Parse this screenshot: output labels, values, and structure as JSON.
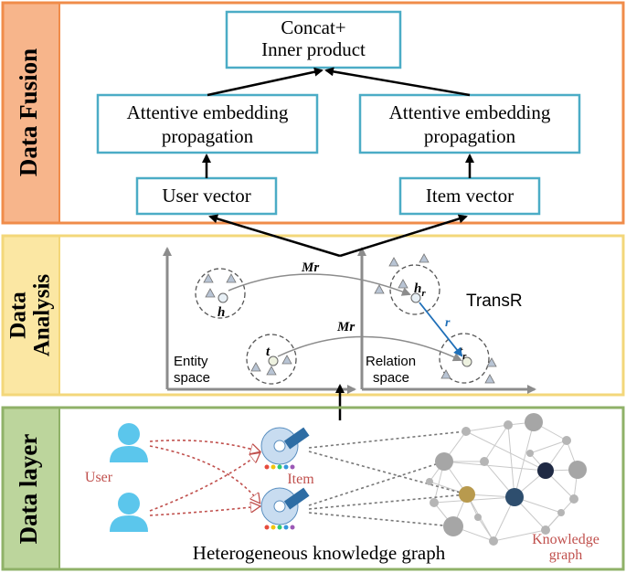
{
  "layers": {
    "fusion": {
      "label": "Data Fusion"
    },
    "analysis": {
      "label_line1": "Data",
      "label_line2": "Analysis"
    },
    "data": {
      "label": "Data layer"
    }
  },
  "fusion": {
    "concat_line1": "Concat+",
    "concat_line2": "Inner product",
    "attentive_left_line1": "Attentive embedding",
    "attentive_left_line2": "propagation",
    "attentive_right_line1": "Attentive embedding",
    "attentive_right_line2": "propagation",
    "user_vector": "User vector",
    "item_vector": "Item vector"
  },
  "analysis": {
    "mr_top": "Mr",
    "mr_bottom": "Mr",
    "h": "h",
    "t": "t",
    "h_r": "h",
    "h_r_sub": "r",
    "t_r": "t",
    "t_r_sub": "r",
    "r": "r",
    "transr": "TransR",
    "entity_space_line1": "Entity",
    "entity_space_line2": "space",
    "relation_space_line1": "Relation",
    "relation_space_line2": "space"
  },
  "datalayer": {
    "user": "User",
    "item": "Item",
    "kg_line1": "Knowledge",
    "kg_line2": "graph",
    "caption": "Heterogeneous knowledge graph"
  },
  "colors": {
    "fusion_border": "#f08c4a",
    "fusion_label_bg": "#f7b58b",
    "analysis_border": "#f3d77a",
    "analysis_label_bg": "#fbe7a3",
    "data_border": "#8fb168",
    "data_label_bg": "#bcd59c",
    "box_border": "#4bacc6",
    "user_icon": "#5bc6ec",
    "red_accent": "#c0504d",
    "node_gray": "#a6a6a6",
    "node_navy": "#1f2a44",
    "node_blue": "#2e4e6e",
    "node_gold": "#b89a4e"
  }
}
